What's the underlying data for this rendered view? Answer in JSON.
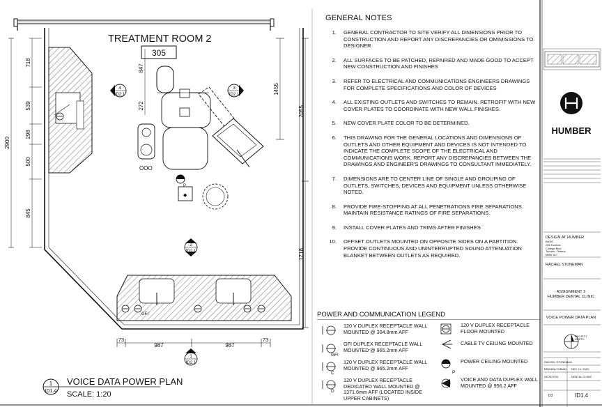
{
  "plan": {
    "room_title": "TREATMENT ROOM 2",
    "room_number": "305",
    "plan_title": "VOICE DATA POWER PLAN",
    "plan_scale": "SCALE: 1:20",
    "plan_tag_num": "1",
    "plan_tag_sheet": "ID1.4",
    "left_dims": [
      "718",
      "539",
      "298",
      "500",
      "845"
    ],
    "left_total": "2900",
    "right_dims_a": [
      "1455"
    ],
    "right_total_a": "2055",
    "right_total_b": "1718",
    "inner_dims": [
      "847",
      "272"
    ],
    "bottom_dims": [
      "73",
      "987",
      "987",
      "73"
    ],
    "elev_tags": [
      {
        "num": "4",
        "sheet": "ID2.1"
      },
      {
        "num": "3",
        "sheet": "ID2.1"
      },
      {
        "num": "2",
        "sheet": "ID2.1"
      },
      {
        "num": "1",
        "sheet": "ID2.1"
      }
    ],
    "outlet_labels": [
      "GFI",
      "P"
    ]
  },
  "general_notes": {
    "title": "GENERAL NOTES",
    "items": [
      {
        "num": "1.",
        "text": "GENERAL CONTRACTOR TO SITE VERIFY ALL DIMENSIONS PRIOR TO CONSTRUCTION AND REPORT ANY DISCREPANCIES OR OMIMISSIONS TO DESIGNER"
      },
      {
        "num": "2.",
        "text": "ALL SURFACES TO BE PATCHED, REPAIRED AND MADE GOOD TO ACCEPT NEW CONSTRUCTION AND FINISHES"
      },
      {
        "num": "3.",
        "text": "REFER TO ELECTRICAL AND COMMUNICATIONS ENGINEERS DRAWINGS FOR COMPLETE SPECIFICATIONS AND COLOR OF DEVICES"
      },
      {
        "num": "4.",
        "text": "ALL EXISTING OUTLETS AND SWITCHES TO REMAIN. RETROFIT WITH NEW COVER PLATES TO COORDINATE WITH NEW WALL FINISHES."
      },
      {
        "num": "5.",
        "text": "NEW COVER PLATE COLOR TO BE DETERMINED."
      },
      {
        "num": "6.",
        "text": "THIS DRAWING FOR THE GENERAL LOCATIONS AND DIMENSIONS OF OUTLETS AND OTHER EQUIPMENT AND DEVICES IS NOT INTENDED TO INDICATE THE COMPLETE SCOPE OF THE ELECTRICAL AND COMMUNICATIONS WORK. REPORT ANY DISCREPANCIES BETWEEN THE DRAWINGS AND ENGINEER'S DRAWINGS TO CONSULTANT IMMEDIATELY."
      },
      {
        "num": "7.",
        "text": "DIMENSIONS ARE TO CENTER LINE OF SINGLE AND GROUPING OF OUTLETS, SWITCHES, DEVICES AND EQUIPMENT UNLESS OTHERWISE NOTED."
      },
      {
        "num": "8.",
        "text": "PROVIDE FIRE-STOPPING AT ALL PENETRATIONS FIRE SEPARATIONS. MAINTAIN RESISTANCE RATINGS OF FIRE SEPARATIONS."
      },
      {
        "num": "9.",
        "text": "INSTALL COVER PLATES AND TRIMS AFTER FINISHES"
      },
      {
        "num": "10.",
        "text": "OFFSET OUTLETS MOUNTED ON OPPOSITE SIDES ON A PARTITION. PROVIDE CONTINUOUS AND UNINTERRUPTED SOUND ATTENUATION BLANKET BETWEEN OUTLETS AS REQUIRED."
      }
    ]
  },
  "legend": {
    "title": "POWER AND COMMUNICATION LEGEND",
    "items": [
      {
        "icon": "duplex-receptacle-icon",
        "text": "120 V DUPLEX RECEPTACLE WALL MOUNTED @ 304.8mm AFF"
      },
      {
        "icon": "gfi-receptacle-icon",
        "text": "GFI DUPLEX RECEPTACLE WALL MOUNTED @ 965.2mm AFF",
        "sub": "GFI"
      },
      {
        "icon": "counter-receptacle-icon",
        "text": "120 V DUPLEX RECEPTACLE WALL MOUNTED @ 965.2mm AFF",
        "sub": "C"
      },
      {
        "icon": "dedicated-receptacle-icon",
        "text": "120 V DUPLEX RECEPTACLE DEDICATED WALL MOUNTED @ 1371.6mm AFF (LOCATED INSIDE UPPER CABINETS)",
        "sub": "D"
      },
      {
        "icon": "floor-receptacle-icon",
        "text": "120 V DUPLEX RECEPTACLE FLOOR MOUNTED"
      },
      {
        "icon": "cable-tv-icon",
        "text": "CABLE TV CEILING MOUNTED"
      },
      {
        "icon": "power-ceiling-icon",
        "text": "POWER CEILING MOUNTED",
        "sub": "P"
      },
      {
        "icon": "voice-data-icon",
        "text": "VOICE AND DATA DUPLEX WALL MOUNTED @ 956.2 AFF"
      }
    ]
  },
  "title_block": {
    "logo_text": "HUMBER",
    "firm": "DESIGN AT HUMBER",
    "firm_address": "BASG\n205 Humber\nCollege Blvd\nToronto, Ontario\nM9W 5L7",
    "designer": "RACHEL STONEMAN",
    "assignment": "ASSIGNMENT 3",
    "project": "HUMBER DENTAL CLINIC",
    "sheet_title": "VOICE POWER DATA PLAN",
    "north_label": "PROJECT NORTH",
    "drawn_by": "RACHEL STONEMAN",
    "checked_by": "BRANDA TUBIAN",
    "date": "DEC 14, 2021",
    "scale": "AS NOTED",
    "project_name_short": "DENTAL CLINIC",
    "sheet_code_left": "D3",
    "sheet_number": "ID1.4"
  }
}
